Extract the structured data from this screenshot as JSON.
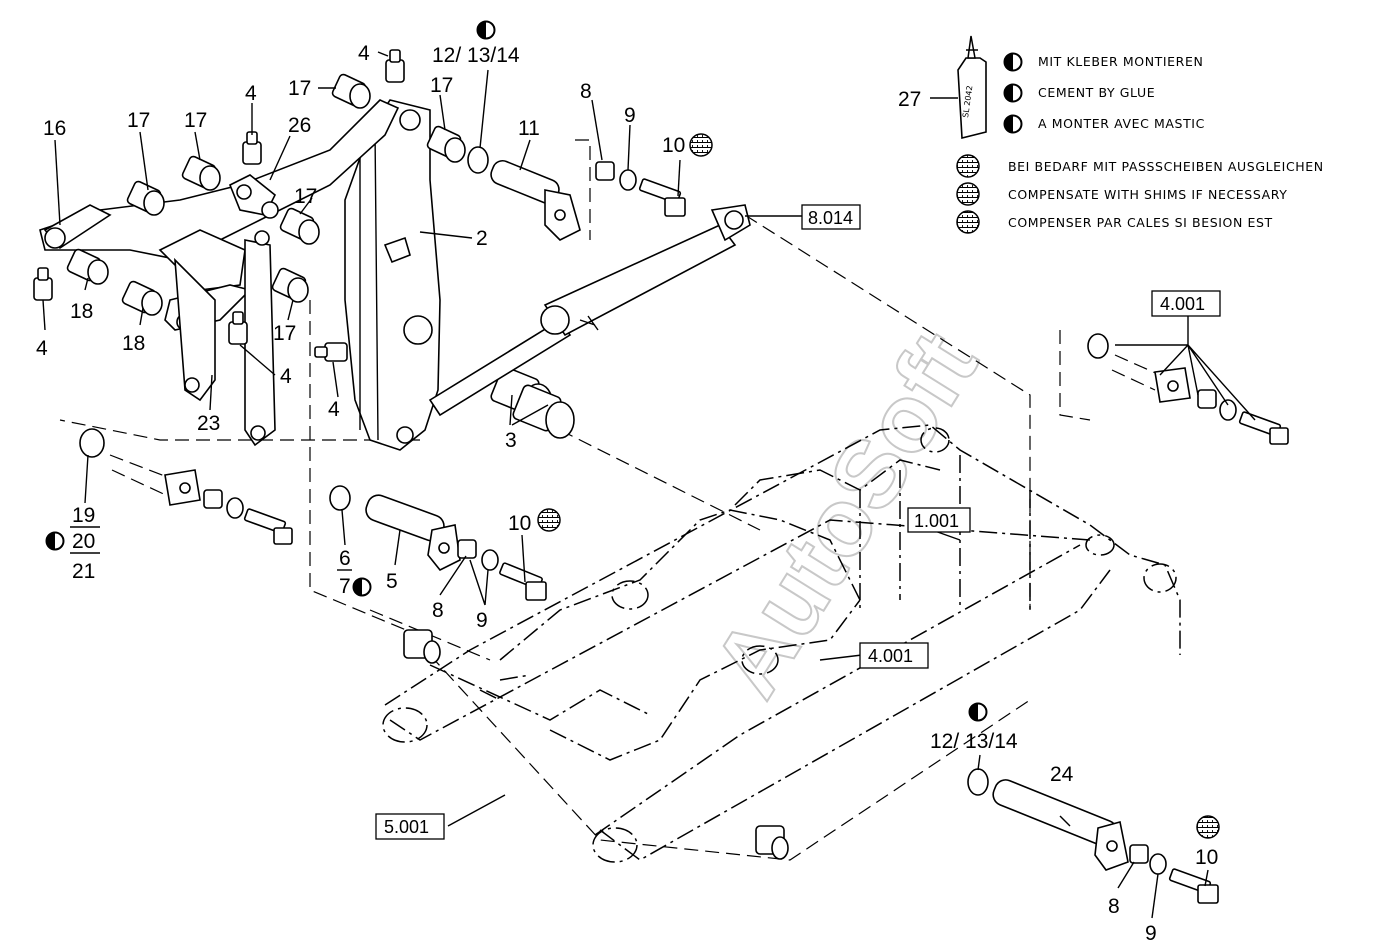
{
  "watermark": "AutoSoft",
  "legend": {
    "glue_lines": [
      "MIT KLEBER MONTIEREN",
      "CEMENT BY GLUE",
      "A MONTER AVEC MASTIC"
    ],
    "shim_lines": [
      "BEI BEDARF MIT PASSSCHEIBEN AUSGLEICHEN",
      "COMPENSATE WITH SHIMS IF NECESSARY",
      "COMPENSER PAR CALES SI BESION EST"
    ],
    "glue_bottle_text": "SL 2042"
  },
  "references": {
    "ref_8014": "8.014",
    "ref_4001_right": "4.001",
    "ref_1001": "1.001",
    "ref_4001_frame": "4.001",
    "ref_5001": "5.001"
  },
  "callouts": {
    "c16": "16",
    "c17a": "17",
    "c17b": "17",
    "c17c": "17",
    "c17d": "17",
    "c17e": "17",
    "c17f": "17",
    "c4a": "4",
    "c4b": "4",
    "c4c": "4",
    "c4d": "4",
    "c4e": "4",
    "c26": "26",
    "c12a": "12/ 13/14",
    "c11": "11",
    "c8a": "8",
    "c9a": "9",
    "c10a": "10",
    "c2": "2",
    "c18a": "18",
    "c18b": "18",
    "c23": "23",
    "c3": "3",
    "c19": "19",
    "c20": "20",
    "c21": "21",
    "c6": "6",
    "c7": "7",
    "c5": "5",
    "c8b": "8",
    "c9b": "9",
    "c10b": "10",
    "c27": "27",
    "c12b": "12/ 13/14",
    "c24": "24",
    "c8c": "8",
    "c9c": "9",
    "c10c": "10"
  }
}
